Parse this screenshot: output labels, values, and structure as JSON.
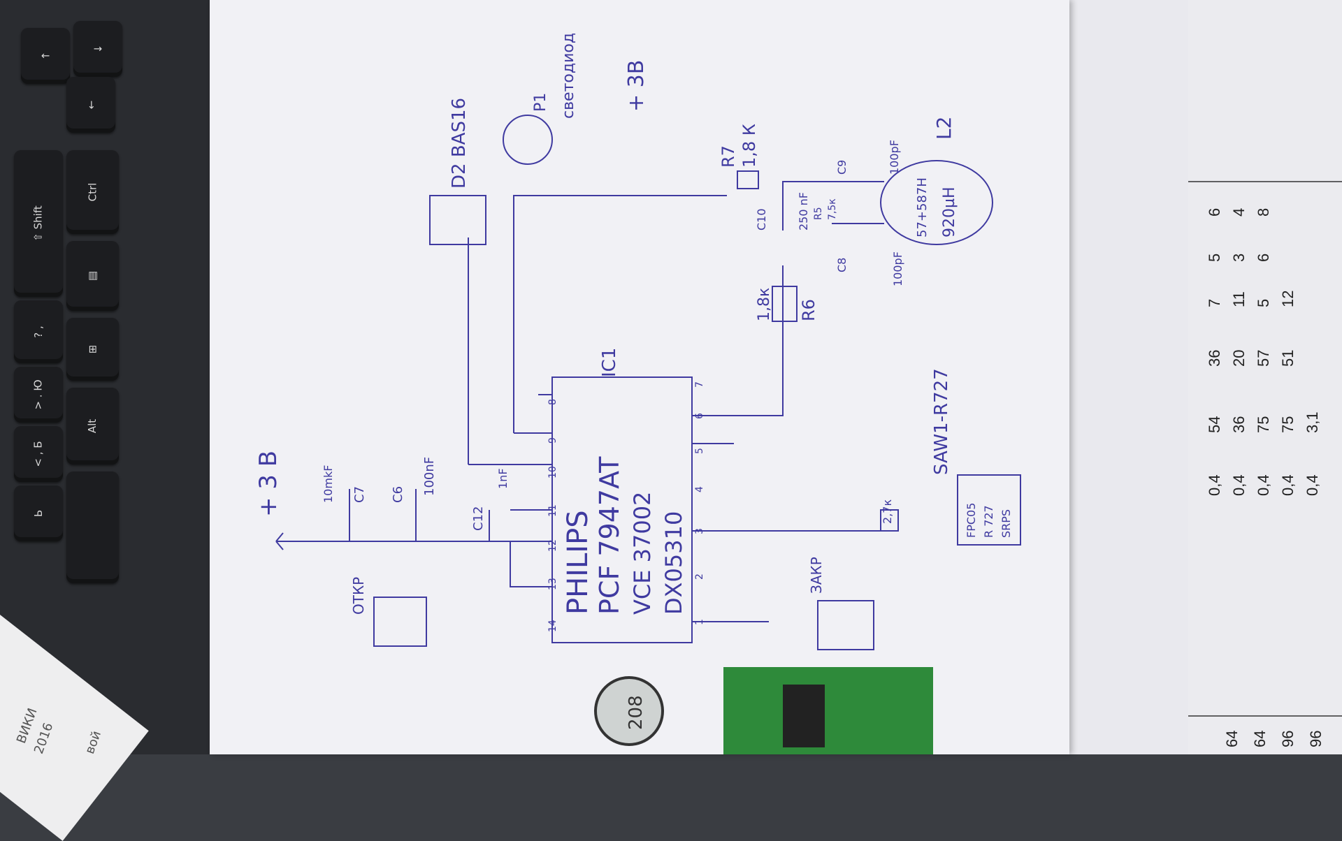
{
  "keyboard": {
    "keys": [
      {
        "id": "up",
        "label": "↑"
      },
      {
        "id": "down",
        "label": "↓"
      },
      {
        "id": "left",
        "label": "←"
      },
      {
        "id": "ctrl",
        "label": "Ctrl"
      },
      {
        "id": "shift",
        "label": "⇧ Shift"
      },
      {
        "id": "menu",
        "label": "▤"
      },
      {
        "id": "question",
        "label": "? ,"
      },
      {
        "id": "win",
        "label": "⊞"
      },
      {
        "id": "yu",
        "label": "> . Ю"
      },
      {
        "id": "alt",
        "label": "Alt"
      },
      {
        "id": "be",
        "label": "< , Б"
      },
      {
        "id": "soft",
        "label": "Ь"
      }
    ]
  },
  "note": {
    "lines": [
      "ВИКИ",
      "2016",
      "вой"
    ]
  },
  "schematic": {
    "supply_top": "+ 3 В",
    "c7": "10mkF",
    "c7_name": "C7",
    "c6_name": "C6",
    "c6_value": "100nF",
    "c12_name": "C12",
    "c12_value": "1nF",
    "ic_name": "IC1",
    "ic_line1": "PHILIPS",
    "ic_line2": "PCF 7947AT",
    "ic_line3": "VCE 37002",
    "ic_line4": "DX05310",
    "pins_left": [
      "1",
      "2",
      "3",
      "4",
      "5",
      "6",
      "7"
    ],
    "pins_right": [
      "14",
      "13",
      "12",
      "11",
      "10",
      "9",
      "8"
    ],
    "d2": "D2  BAS16",
    "led_name": "P1",
    "led_label": "светодиод",
    "supply_led": "+ 3В",
    "r7": "R7",
    "r7_value": "1,8 К",
    "r6": "R6",
    "r6_value": "1,8к",
    "c10": "C10",
    "c10_value": "250 nF",
    "r5": "R5",
    "r5_value": "7,5к",
    "c9": "C9",
    "c9_value": "100pF",
    "c8": "C8",
    "c8_value": "100pF",
    "l2": "L2",
    "l2_part": "57+587H",
    "l2_value": "920µН",
    "saw_label": "SAW1-R727",
    "saw_part1": "FPC05",
    "saw_part2": "R 727",
    "saw_part3": "SRPS",
    "r_saw": "2,7к",
    "btn_open": "ОТКР",
    "btn_close": "ЗАКР",
    "sticker": "208"
  },
  "table": {
    "rows": [
      [
        "0,4",
        "54",
        "36",
        "7",
        "5",
        "6"
      ],
      [
        "0,4",
        "36",
        "20",
        "11",
        "3",
        "4"
      ],
      [
        "0,4",
        "75",
        "57",
        "5",
        "6",
        "8"
      ],
      [
        "0,4",
        "75",
        "51",
        "12",
        "",
        ""
      ],
      [
        "0,4",
        "3,1",
        "",
        "",
        "",
        ""
      ]
    ],
    "bottom": [
      "64",
      "64",
      "96",
      "96"
    ]
  }
}
